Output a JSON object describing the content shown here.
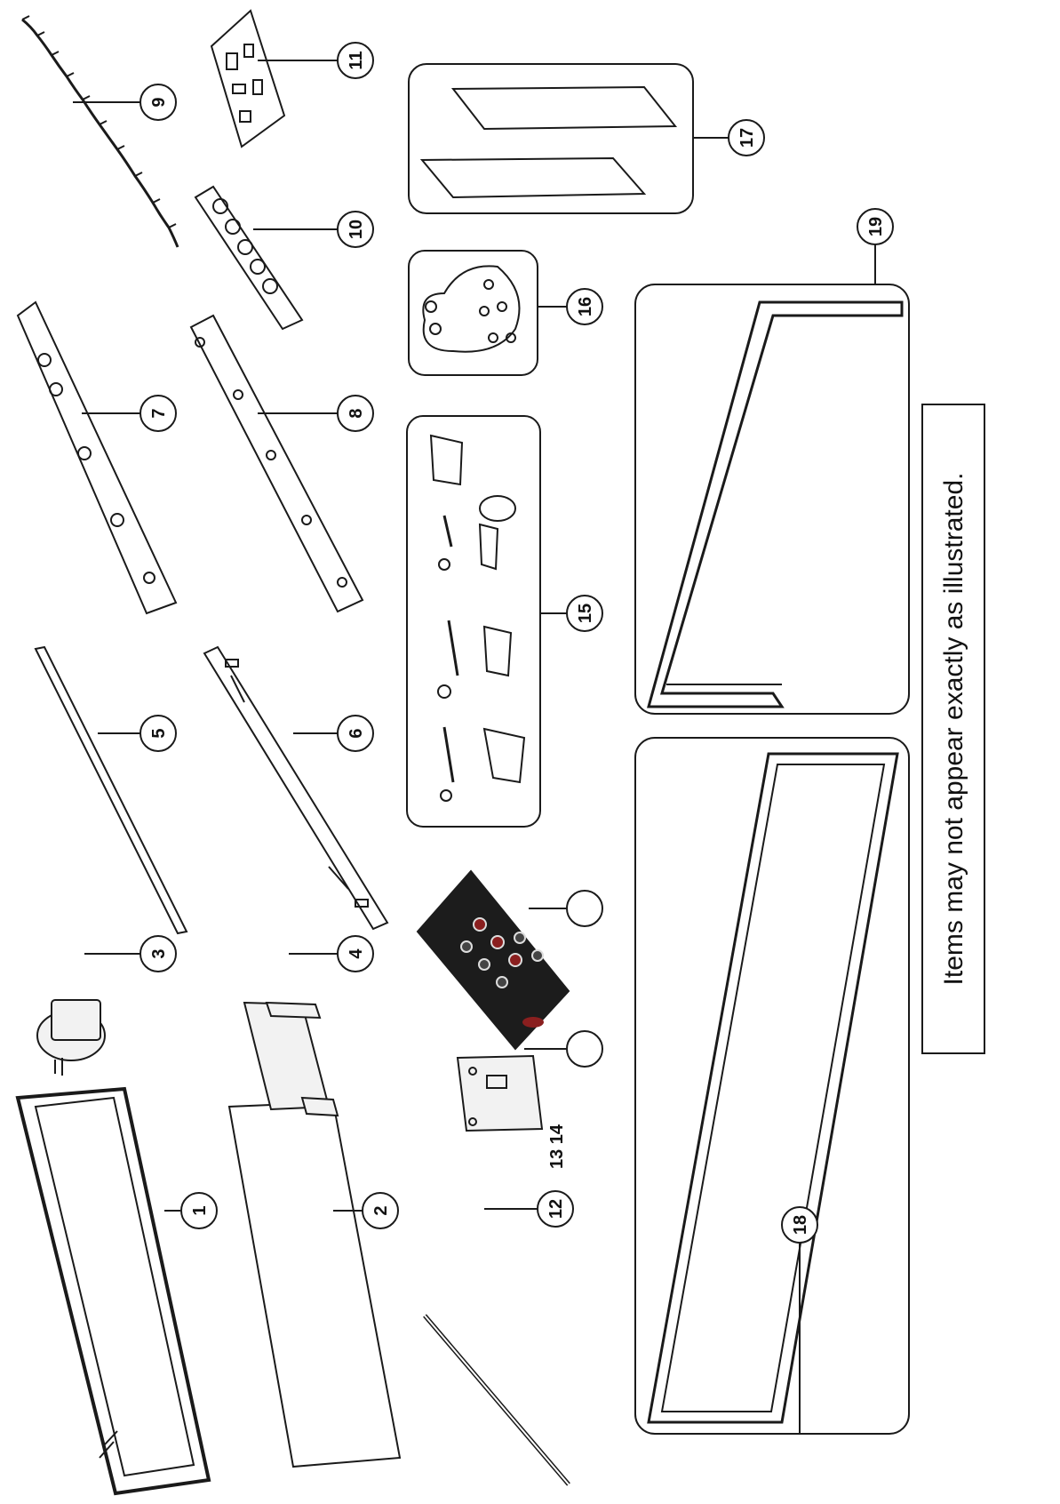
{
  "callouts": [
    {
      "id": "c1",
      "label": "1"
    },
    {
      "id": "c2",
      "label": "2"
    },
    {
      "id": "c3",
      "label": "3"
    },
    {
      "id": "c4",
      "label": "4"
    },
    {
      "id": "c5",
      "label": "5"
    },
    {
      "id": "c6",
      "label": "6"
    },
    {
      "id": "c7",
      "label": "7"
    },
    {
      "id": "c8",
      "label": "8"
    },
    {
      "id": "c9",
      "label": "9"
    },
    {
      "id": "c10",
      "label": "10"
    },
    {
      "id": "c11",
      "label": "11"
    },
    {
      "id": "c12",
      "label": "12"
    },
    {
      "id": "c13",
      "label": ""
    },
    {
      "id": "c14",
      "label": ""
    },
    {
      "id": "c15",
      "label": "15"
    },
    {
      "id": "c16",
      "label": "16"
    },
    {
      "id": "c17",
      "label": "17"
    },
    {
      "id": "c18",
      "label": "18"
    },
    {
      "id": "c19",
      "label": "19"
    }
  ],
  "stray_label": "13 14",
  "note": "Items may not appear exactly as illustrated.",
  "colors": {
    "line": "#1a1a1a",
    "remote_body": "#1c1c1c",
    "remote_accent": "#8a1f1f",
    "part_fill": "#f2f2f2"
  }
}
